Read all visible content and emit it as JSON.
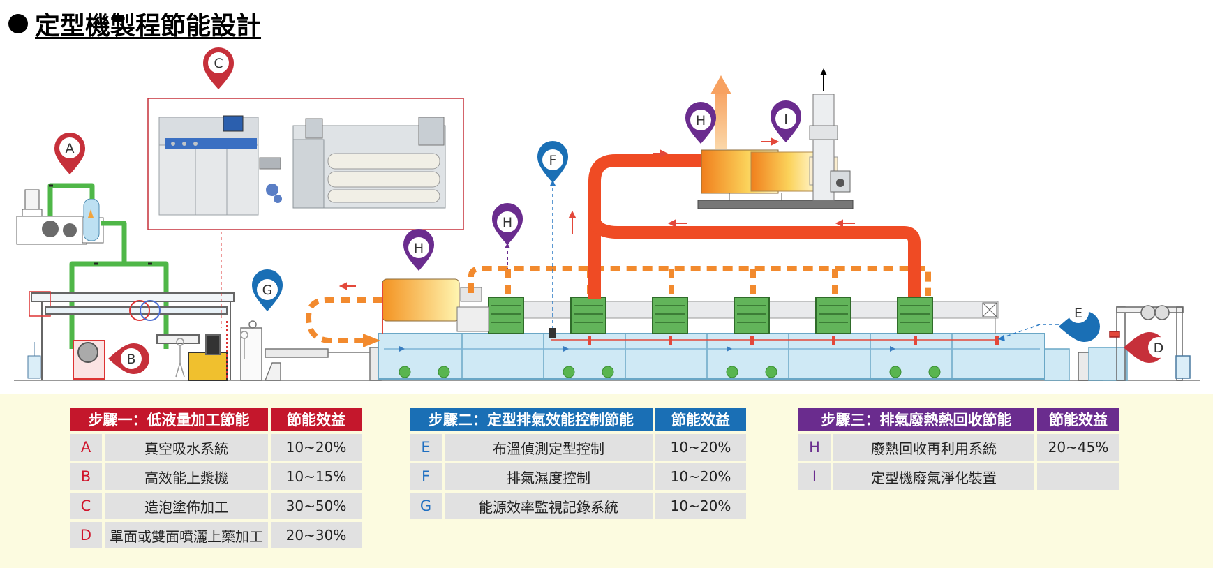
{
  "title": "定型機製程節能設計",
  "markers": {
    "A": "A",
    "B": "B",
    "C": "C",
    "D": "D",
    "E": "E",
    "F": "F",
    "G": "G",
    "H": "H",
    "I": "I"
  },
  "colors": {
    "step1": "#c4172c",
    "step2": "#1a6fb5",
    "step3": "#6a2c8e",
    "pipe_red": "#ef4b24",
    "pipe_dashed_orange": "#f28a2e",
    "pipe_green": "#4fb748",
    "tank_blue": "#cfe9f5",
    "fan_green": "#5cb85c",
    "band_yellow": "#fcfbe0"
  },
  "steps": [
    {
      "header": "步驟一：低液量加工節能",
      "benefit_header": "節能效益",
      "rows": [
        {
          "code": "A",
          "name": "真空吸水系統",
          "benefit": "10~20%"
        },
        {
          "code": "B",
          "name": "高效能上漿機",
          "benefit": "10~15%"
        },
        {
          "code": "C",
          "name": "造泡塗佈加工",
          "benefit": "30~50%"
        },
        {
          "code": "D",
          "name": "單面或雙面噴灑上藥加工",
          "benefit": "20~30%"
        }
      ]
    },
    {
      "header": "步驟二：定型排氣效能控制節能",
      "benefit_header": "節能效益",
      "rows": [
        {
          "code": "E",
          "name": "布溫偵測定型控制",
          "benefit": "10~20%"
        },
        {
          "code": "F",
          "name": "排氣濕度控制",
          "benefit": "10~20%"
        },
        {
          "code": "G",
          "name": "能源效率監視記錄系統",
          "benefit": "10~20%"
        }
      ]
    },
    {
      "header": "步驟三：排氣廢熱熱回收節能",
      "benefit_header": "節能效益",
      "rows": [
        {
          "code": "H",
          "name": "廢熱回收再利用系統",
          "benefit": "20~45%"
        },
        {
          "code": "I",
          "name": "定型機廢氣淨化裝置",
          "benefit": ""
        }
      ]
    }
  ]
}
